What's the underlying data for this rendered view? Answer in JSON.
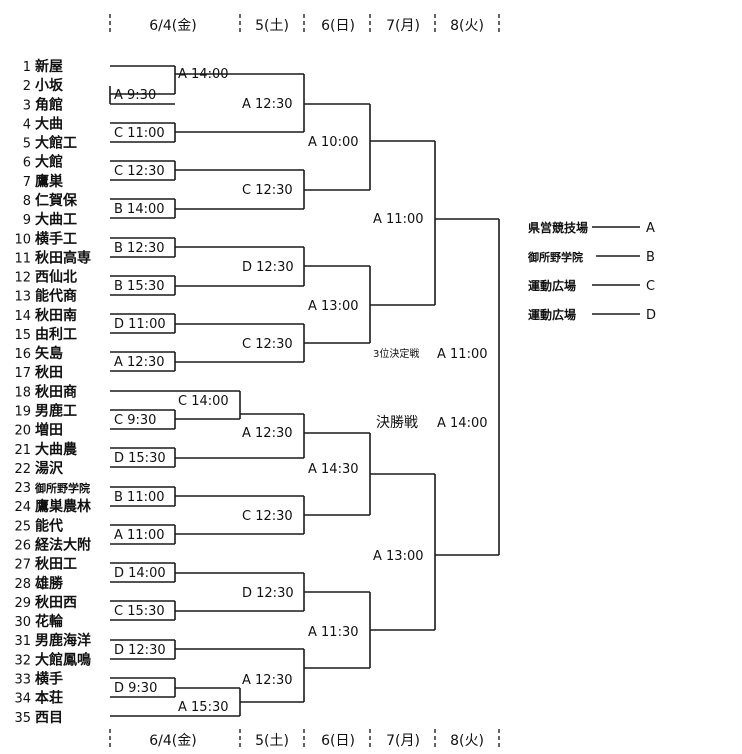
{
  "header_dates": [
    "6/4(金)",
    "5(土)",
    "6(日)",
    "7(月)",
    "8(火)"
  ],
  "teams": [
    {
      "num": "1",
      "name": "新屋"
    },
    {
      "num": "2",
      "name": "小坂"
    },
    {
      "num": "3",
      "name": "角館"
    },
    {
      "num": "4",
      "name": "大曲"
    },
    {
      "num": "5",
      "name": "大館工"
    },
    {
      "num": "6",
      "name": "大館"
    },
    {
      "num": "7",
      "name": "鷹巣"
    },
    {
      "num": "8",
      "name": "仁賀保"
    },
    {
      "num": "9",
      "name": "大曲工"
    },
    {
      "num": "10",
      "name": "横手工"
    },
    {
      "num": "11",
      "name": "秋田高専"
    },
    {
      "num": "12",
      "name": "西仙北"
    },
    {
      "num": "13",
      "name": "能代商"
    },
    {
      "num": "14",
      "name": "秋田南"
    },
    {
      "num": "15",
      "name": "由利工"
    },
    {
      "num": "16",
      "name": "矢島"
    },
    {
      "num": "17",
      "name": "秋田"
    },
    {
      "num": "18",
      "name": "秋田商"
    },
    {
      "num": "19",
      "name": "男鹿工"
    },
    {
      "num": "20",
      "name": "増田"
    },
    {
      "num": "21",
      "name": "大曲農"
    },
    {
      "num": "22",
      "name": "湯沢"
    },
    {
      "num": "23",
      "name": "御所野学院"
    },
    {
      "num": "24",
      "name": "鷹巣農林"
    },
    {
      "num": "25",
      "name": "能代"
    },
    {
      "num": "26",
      "name": "経法大附"
    },
    {
      "num": "27",
      "name": "秋田工"
    },
    {
      "num": "28",
      "name": "雄勝"
    },
    {
      "num": "29",
      "name": "秋田西"
    },
    {
      "num": "30",
      "name": "花輪"
    },
    {
      "num": "31",
      "name": "男鹿海洋"
    },
    {
      "num": "32",
      "name": "大館鳳鳴"
    },
    {
      "num": "33",
      "name": "横手"
    },
    {
      "num": "34",
      "name": "本荘"
    },
    {
      "num": "35",
      "name": "西目"
    }
  ],
  "games": {
    "g_prelim_top": "A 14:00",
    "g1_2_3": "A 9:30",
    "g1_4_5": "C 11:00",
    "g1_6_7": "C 12:30",
    "g1_8_9": "B 14:00",
    "g1_10_11": "B 12:30",
    "g1_12_13": "B 15:30",
    "g1_14_15": "D 11:00",
    "g1_16_17": "A 12:30",
    "g_pre_18": "C 14:00",
    "g1_19_20": "C 9:30",
    "g1_21_22": "D 15:30",
    "g1_23_24": "B 11:00",
    "g1_25_26": "A 11:00",
    "g1_27_28": "D 14:00",
    "g1_29_30": "C 15:30",
    "g1_31_32": "D 12:30",
    "g1_33_34": "D 9:30",
    "g_pre_35": "A 15:30",
    "r2_1": "A 12:30",
    "r2_2": "C 12:30",
    "r2_3": "D 12:30",
    "r2_4": "C 12:30",
    "r2_5": "A 12:30",
    "r2_6": "C 12:30",
    "r2_7": "D 12:30",
    "r2_8": "A 12:30",
    "r3_1": "A 10:00",
    "r3_2": "A 13:00",
    "r3_3": "A 14:30",
    "r3_4": "A 11:30",
    "sf_top": "A 11:00",
    "sf_bottom": "A 13:00",
    "third_place_label": "3位決定戦",
    "third_place_time": "A 11:00",
    "final_label": "決勝戦",
    "final_time": "A 14:00"
  },
  "legend": [
    {
      "name": "県営競技場",
      "code": "A"
    },
    {
      "name": "御所野学院",
      "code": "B"
    },
    {
      "name": "運動広場",
      "code": "C"
    },
    {
      "name": "運動広場",
      "code": "D"
    }
  ]
}
